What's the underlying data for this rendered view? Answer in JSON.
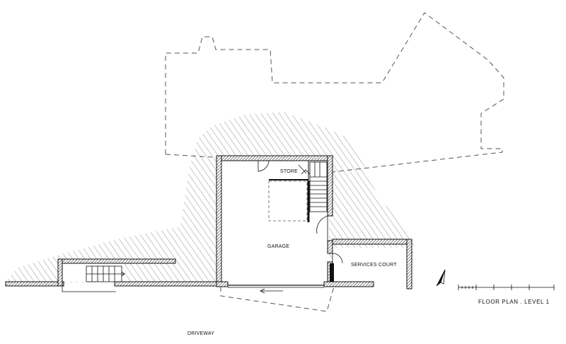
{
  "title": "FLOOR PLAN . LEVEL 1",
  "rooms": {
    "store": "STORE",
    "garage": "GARAGE",
    "services_court": "SERVICES COURT",
    "driveway": "DRIVEWAY"
  },
  "icons": {
    "north_arrow": "north-arrow-icon",
    "scale_bar": "scale-bar-icon"
  },
  "colors": {
    "line": "#111111",
    "dashed": "#555555",
    "hatch": "#9a9a9a"
  }
}
